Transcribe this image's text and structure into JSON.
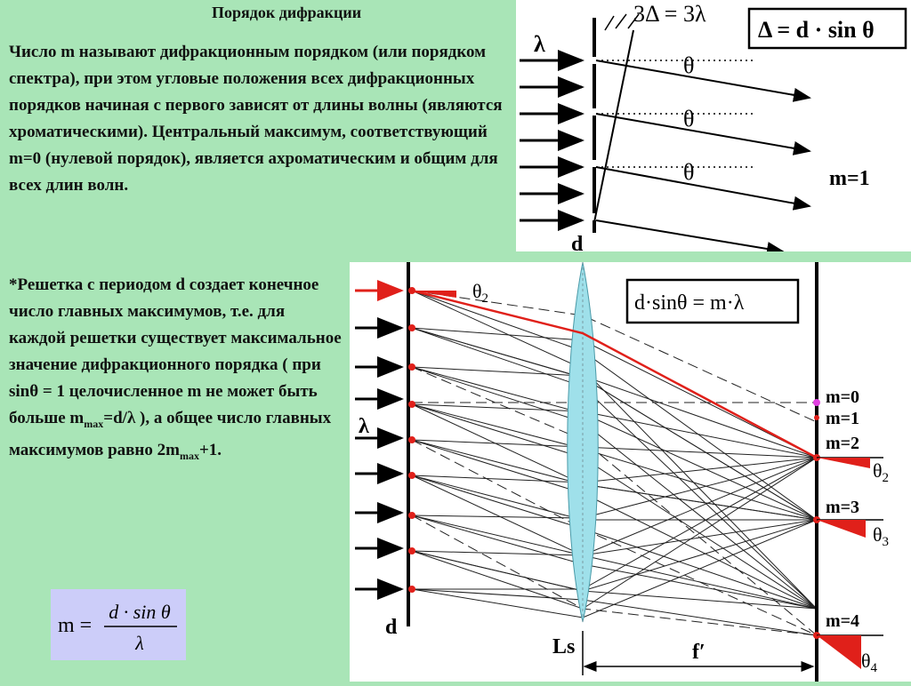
{
  "title": "Порядок дифракции",
  "paragraph1": "Число m называют дифракционным порядком (или порядком спектра), при этом угловые положения всех дифракционных порядков начиная с первого зависят от длины волны (являются хроматическими). Центральный максимум, соответствующий m=0 (нулевой порядок), является ахроматическим и общим для всех длин волн.",
  "paragraph2": {
    "part1": "*Решетка с периодом d создает конечное число главных максимумов, т.е. для каждой решетки существует максимальное значение дифракционного порядка ( при sinθ = 1 целочисленное m не может быть больше m",
    "sub1": "max",
    "part2": "=d/λ ), а общее число главных максимумов равно 2m",
    "sub2": "max",
    "part3": "+1."
  },
  "formula": {
    "lhs": "m =",
    "numerator": "d · sin θ",
    "denominator": "λ"
  },
  "top_diagram": {
    "path_difference": "3Δ = 3λ",
    "box_formula": "Δ = d · sin θ",
    "wavelength": "λ",
    "angle_label": "θ",
    "order_label": "m=1",
    "period_label": "d"
  },
  "bottom_diagram": {
    "box_formula": "d·sinθ = m·λ",
    "wavelength": "λ",
    "period_label": "d",
    "lens_label": "Ls",
    "focal_label": "f′",
    "theta2_top": "θ",
    "theta2_top_sub": "2",
    "orders": [
      "m=0",
      "m=1",
      "m=2",
      "m=3",
      "m=4"
    ],
    "theta_labels": [
      {
        "main": "θ",
        "sub": "2"
      },
      {
        "main": "θ",
        "sub": "3"
      },
      {
        "main": "θ",
        "sub": "4"
      }
    ]
  },
  "colors": {
    "background": "#a9e5b7",
    "formula_box": "#cccdf9",
    "lens": "#9fe0ea",
    "red": "#e0201a"
  }
}
